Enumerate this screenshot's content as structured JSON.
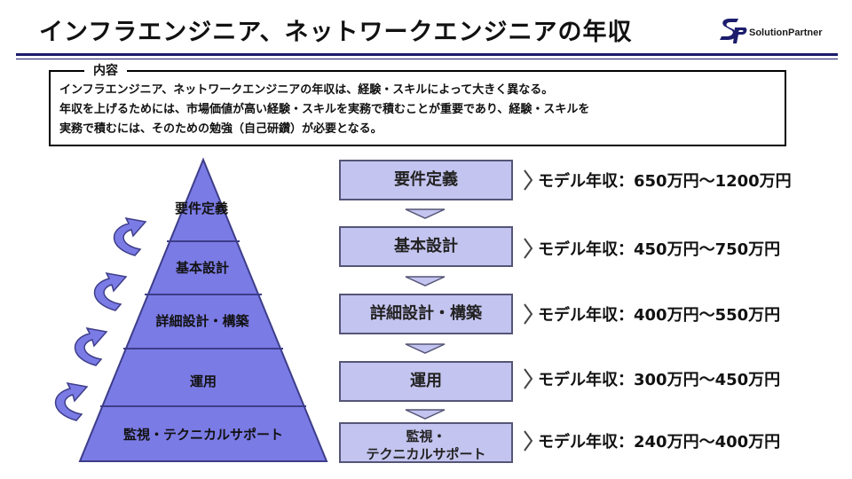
{
  "header": {
    "title": "インフラエンジニア、ネットワークエンジニアの年収",
    "logo_text": "SolutionPartner"
  },
  "summary": {
    "label": "内容",
    "lines": [
      "インフラエンジニア、ネットワークエンジニアの年収は、経験・スキルによって大きく異なる。",
      "年収を上げるためには、市場価値が高い経験・スキルを実務で積むことが重要であり、経験・スキルを",
      "実務で積むには、そのための勉強（自己研鑽）が必要となる。"
    ]
  },
  "pyramid": {
    "levels": [
      "要件定義",
      "基本設計",
      "詳細設計・構築",
      "運用",
      "監視・テクニカルサポート"
    ]
  },
  "steps": [
    {
      "label": "要件定義",
      "salary": "モデル年収：650万円～1200万円"
    },
    {
      "label": "基本設計",
      "salary": "モデル年収：450万円～750万円"
    },
    {
      "label": "詳細設計・構築",
      "salary": "モデル年収：400万円～550万円"
    },
    {
      "label": "運用",
      "salary": "モデル年収：300万円～450万円"
    },
    {
      "label_line1": "監視・",
      "label_line2": "テクニカルサポート",
      "salary": "モデル年収：240万円～400万円"
    }
  ],
  "colors": {
    "pyramid_fill": "#7b7be6",
    "step_fill": "#c4c4f0",
    "accent": "#1c1c6c"
  }
}
